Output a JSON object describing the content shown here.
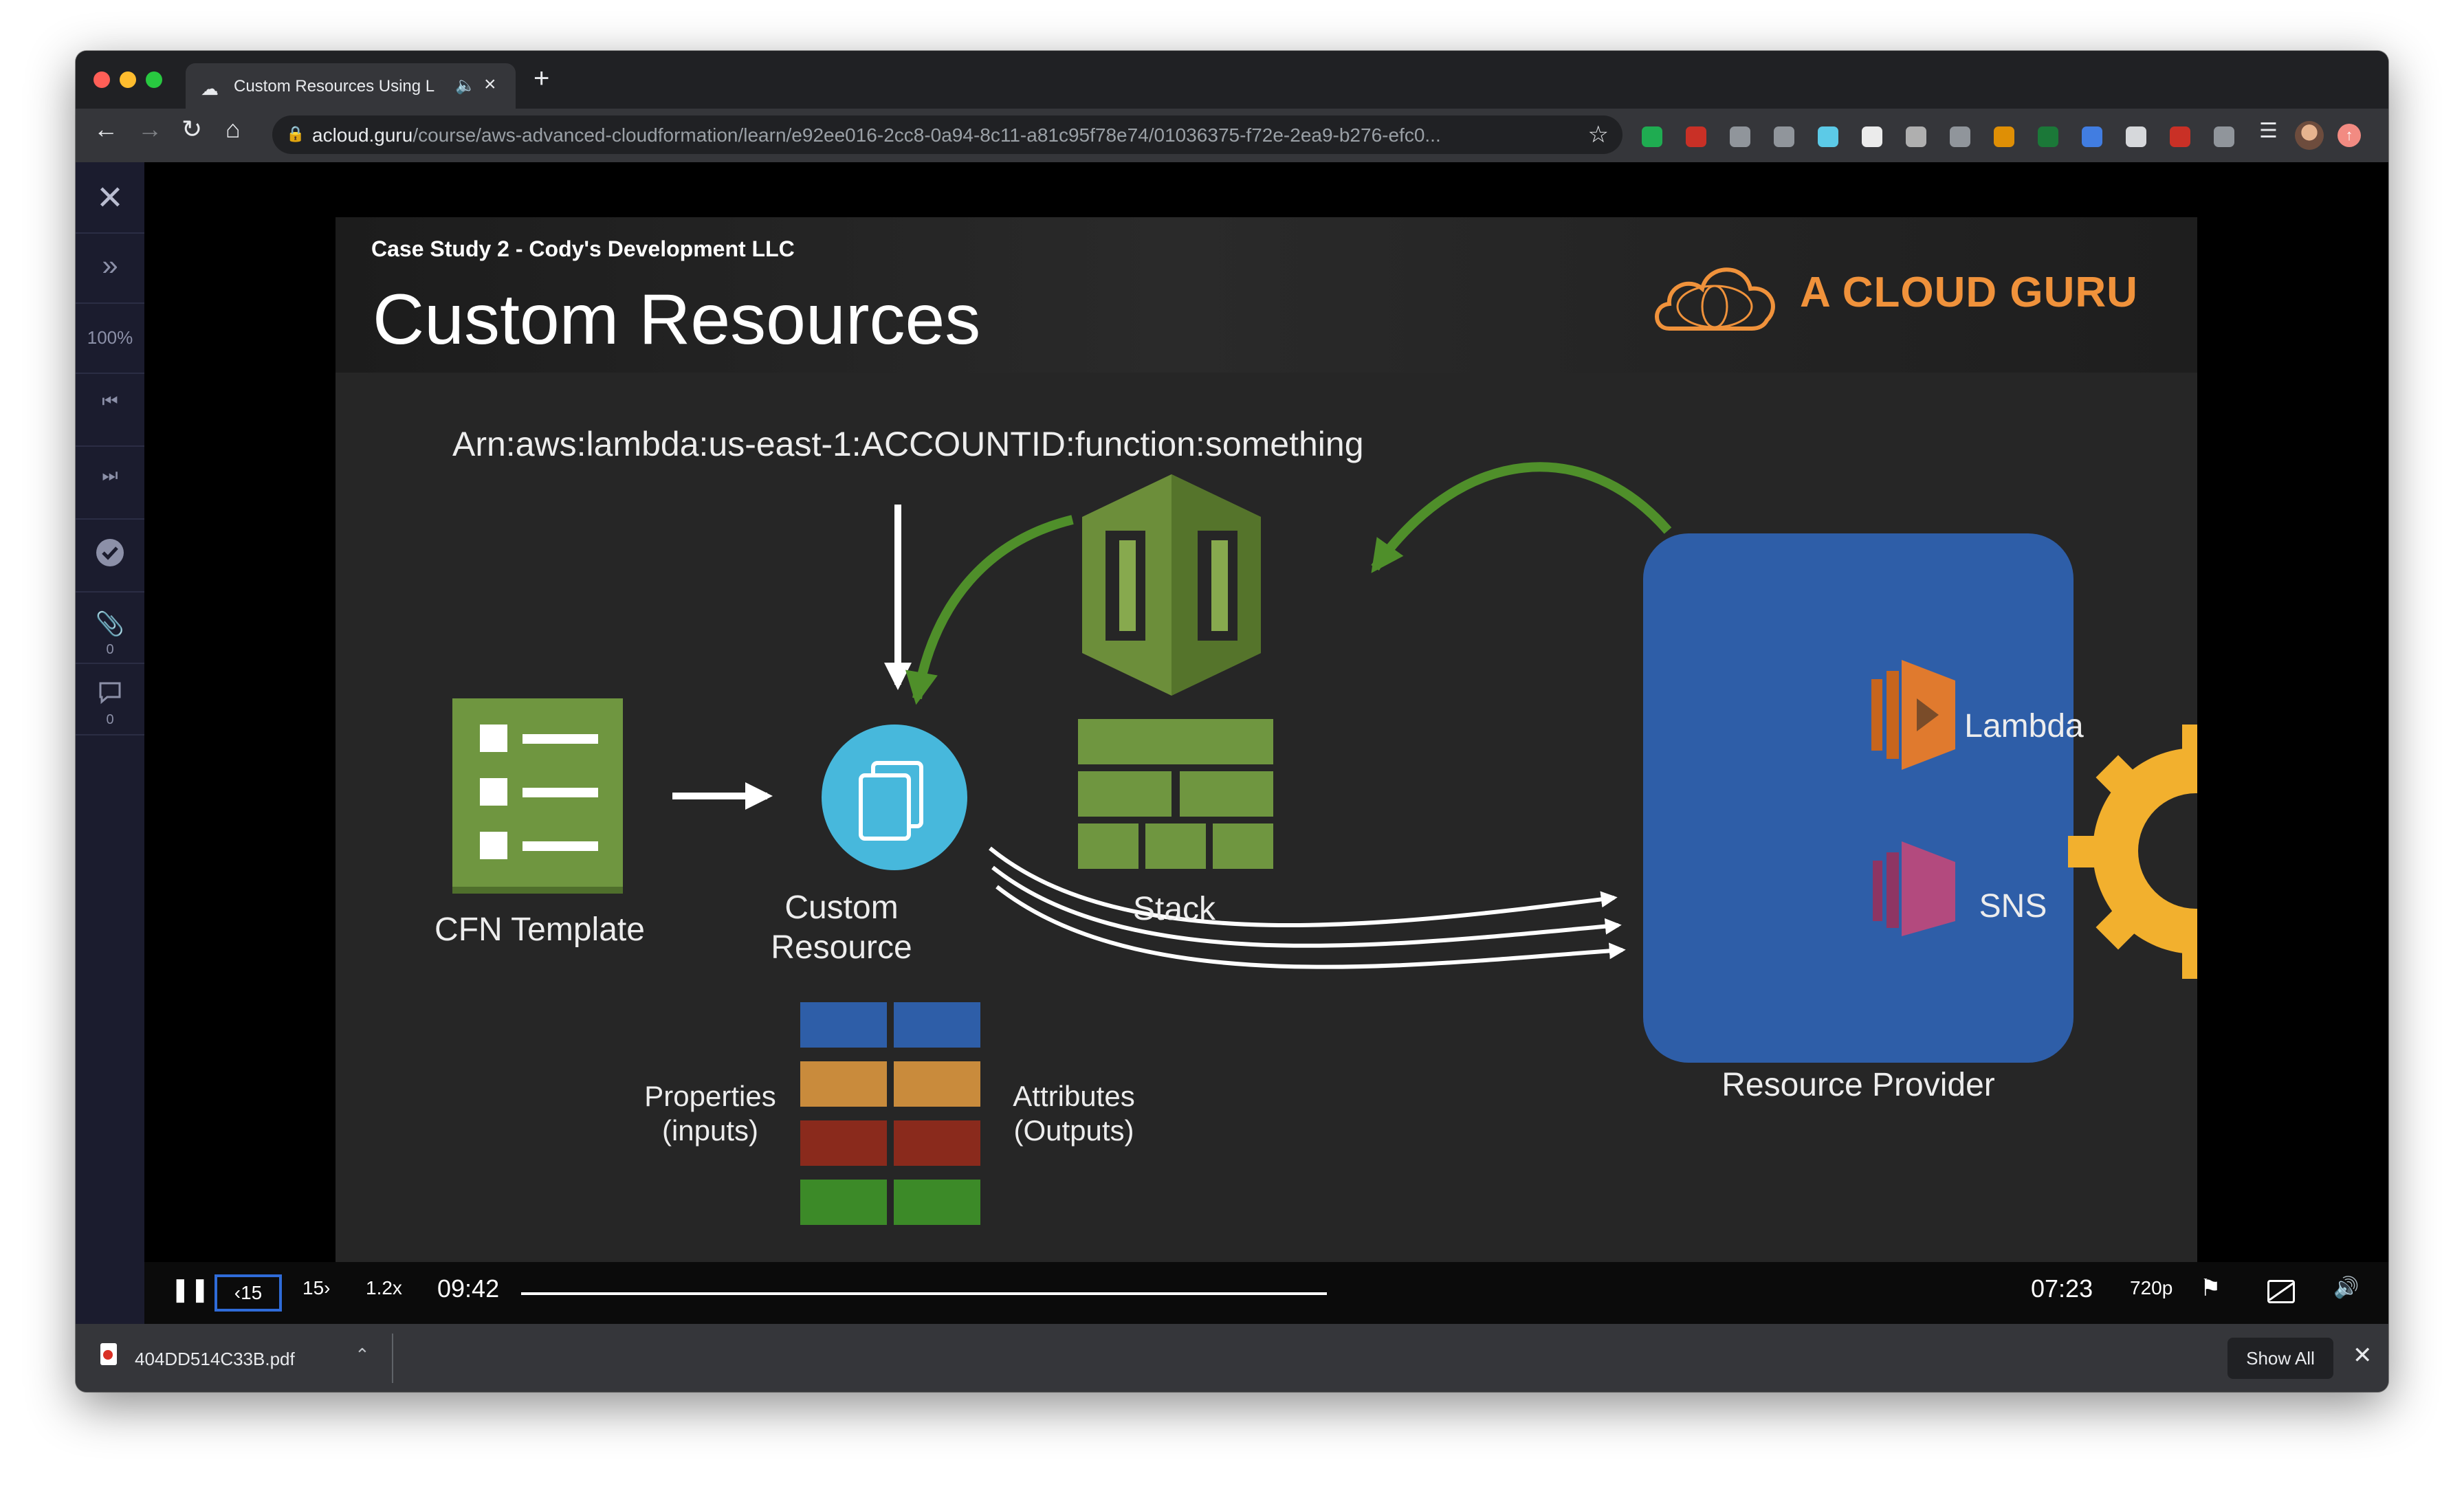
{
  "browser": {
    "tab_title": "Custom Resources Using L",
    "tab_close": "×",
    "new_tab": "+",
    "url_host": "acloud.guru",
    "url_path": "/course/aws-advanced-cloudformation/learn/e92ee016-2cc8-0a94-8c11-a81c95f78e74/01036375-f72e-2ea9-b276-efc0...",
    "extension_colors": [
      "#1db954",
      "#d93025",
      "#9aa0a6",
      "#9aa0a6",
      "#61dafb",
      "#ffffff",
      "#bdbdbd",
      "#9aa0a6",
      "#f29900",
      "#188038",
      "#4285f4",
      "#e8eaed",
      "#d93025",
      "#9aa0a6"
    ]
  },
  "sidebar": {
    "zoom": "100%",
    "attachments_count": "0",
    "comments_count": "0"
  },
  "slide": {
    "subtitle": "Case Study 2 - Cody's Development LLC",
    "title": "Custom Resources",
    "brand": "A CLOUD GURU",
    "arn": "Arn:aws:lambda:us-east-1:ACCOUNTID:function:something",
    "cfn_template": "CFN Template",
    "custom_resource_line1": "Custom",
    "custom_resource_line2": "Resource",
    "stack": "Stack",
    "lambda": "Lambda",
    "sns": "SNS",
    "resource_provider": "Resource Provider",
    "properties_line1": "Properties",
    "properties_line2": "(inputs)",
    "attributes_line1": "Attributes",
    "attributes_line2": "(Outputs)"
  },
  "player": {
    "back_label": "15",
    "forward_label": "15",
    "speed": "1.2x",
    "elapsed": "09:42",
    "remaining": "07:23",
    "quality": "720p",
    "progress_fraction": 0.57
  },
  "downloads": {
    "file_name": "404DD514C33B.pdf",
    "show_all": "Show All"
  }
}
